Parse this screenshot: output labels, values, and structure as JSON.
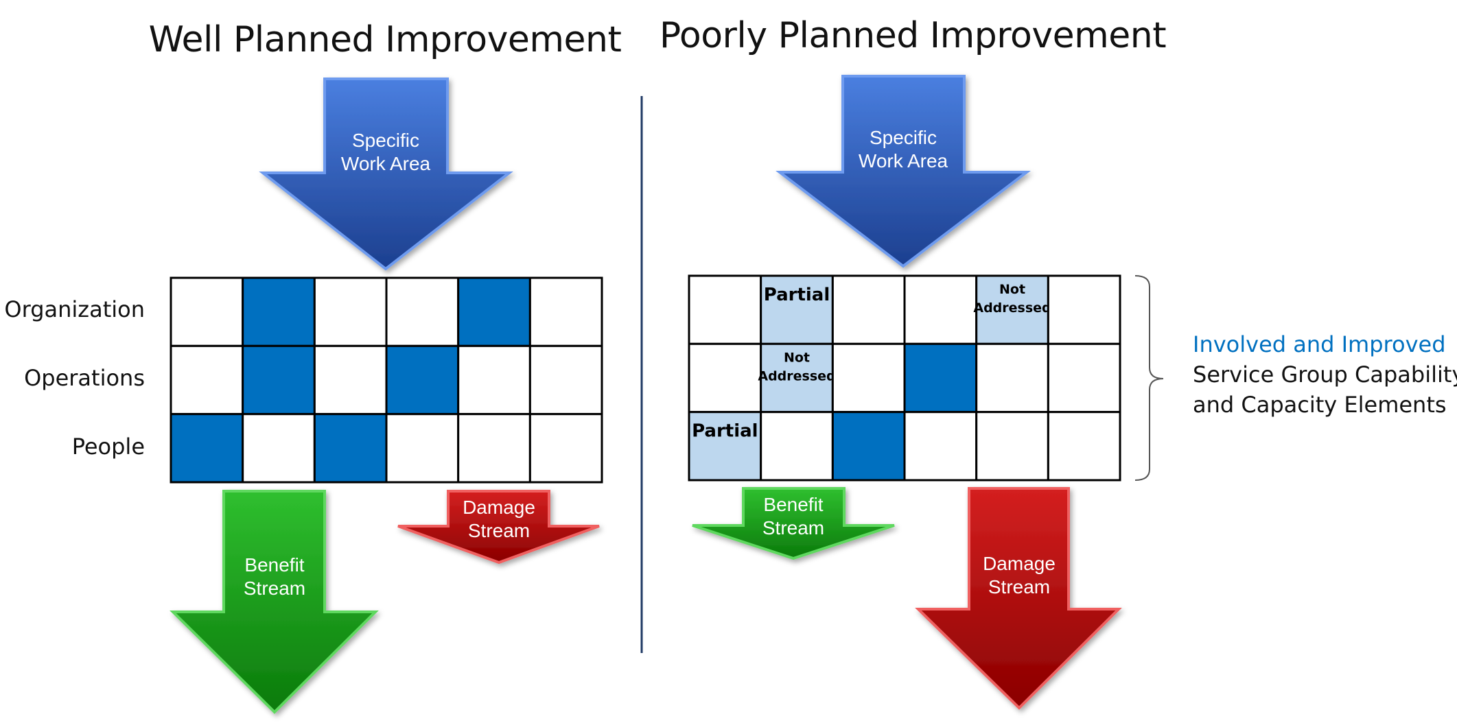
{
  "colors": {
    "filled": "#0070c0",
    "partial": "#bdd7ee",
    "empty": "#ffffff",
    "grid_line": "#000000",
    "accent_text": "#0070c0",
    "arrow_blue": "#2f5fbf",
    "arrow_green": "#1a9a1a",
    "arrow_red": "#b01010"
  },
  "left": {
    "title": "Well Planned Improvement",
    "top_arrow": {
      "line1": "Specific",
      "line2": "Work Area"
    },
    "row_labels": [
      "Organization",
      "Operations",
      "People"
    ],
    "grid": [
      [
        "empty",
        "filled",
        "empty",
        "empty",
        "filled",
        "empty"
      ],
      [
        "empty",
        "filled",
        "empty",
        "filled",
        "empty",
        "empty"
      ],
      [
        "filled",
        "empty",
        "filled",
        "empty",
        "empty",
        "empty"
      ]
    ],
    "benefit_arrow": {
      "line1": "Benefit",
      "line2": "Stream"
    },
    "damage_arrow": {
      "line1": "Damage",
      "line2": "Stream"
    }
  },
  "right": {
    "title": "Poorly Planned Improvement",
    "top_arrow": {
      "line1": "Specific",
      "line2": "Work Area"
    },
    "grid": [
      [
        "empty",
        "partial",
        "empty",
        "empty",
        "not_addressed",
        "empty"
      ],
      [
        "empty",
        "not_addressed",
        "empty",
        "filled",
        "empty",
        "empty"
      ],
      [
        "partial",
        "empty",
        "filled",
        "empty",
        "empty",
        "empty"
      ]
    ],
    "cell_labels": {
      "partial": "Partial",
      "not_addressed_line1": "Not",
      "not_addressed_line2": "Addressed"
    },
    "benefit_arrow": {
      "line1": "Benefit",
      "line2": "Stream"
    },
    "damage_arrow": {
      "line1": "Damage",
      "line2": "Stream"
    },
    "note": {
      "line1": "Involved and Improved",
      "line2": "Service Group Capability",
      "line3": "and Capacity Elements"
    }
  }
}
